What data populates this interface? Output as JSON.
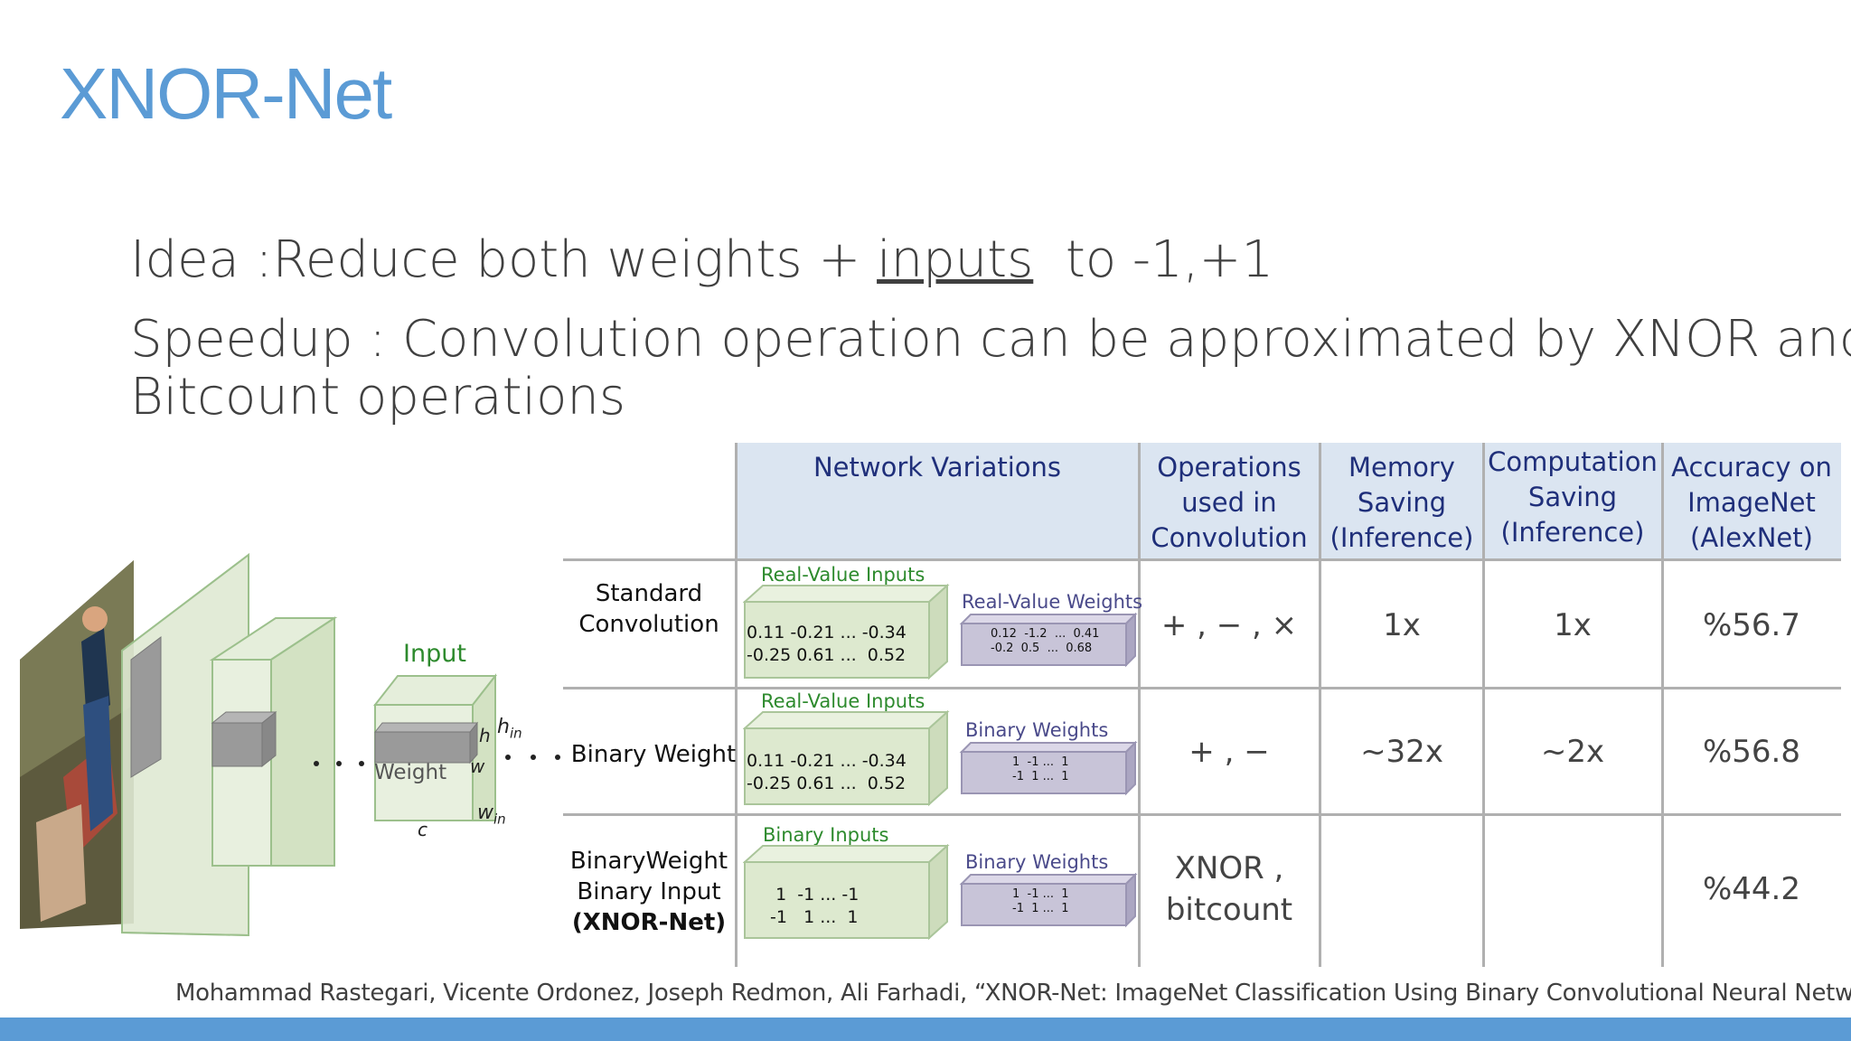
{
  "slide": {
    "title": "XNOR-Net",
    "bullet1_prefix": "Idea :Reduce both weights + ",
    "bullet1_link": "inputs",
    "bullet1_suffix": "  to -1,+1",
    "bullet2_line1": "Speedup : Convolution operation can be approximated by XNOR and",
    "bullet2_line2": "Bitcount operations",
    "citation": "Mohammad Rastegari, Vicente Ordonez, Joseph Redmon, Ali Farhadi, “XNOR-Net: ImageNet Classification Using Binary Convolutional Neural Networks”"
  },
  "diagram": {
    "input_label": "Input",
    "weight_label": "Weight",
    "h": "h",
    "h_in": "h",
    "h_in_sub": "in",
    "w": "w",
    "w_in": "w",
    "w_in_sub": "in",
    "c": "c",
    "ellipsis_left": ". . .",
    "ellipsis_right": ". . ."
  },
  "table": {
    "headers": {
      "network_variations": "Network Variations",
      "operations_1": "Operations",
      "operations_2": "used in",
      "operations_3": "Convolution",
      "memory_1": "Memory",
      "memory_2": "Saving",
      "memory_3": "(Inference)",
      "computation_1": "Computation",
      "computation_2": "Saving",
      "computation_3": "(Inference)",
      "accuracy_1": "Accuracy on",
      "accuracy_2": "ImageNet",
      "accuracy_3": "(AlexNet)"
    },
    "rows": [
      {
        "label_1": "Standard",
        "label_2": "Convolution",
        "input_caption": "Real-Value Inputs",
        "input_vals": "0.11 -0.21 ... -0.34\n-0.25 0.61 ...  0.52",
        "weight_caption": "Real-Value Weights",
        "weight_vals": "0.12  -1.2  ...  0.41\n-0.2  0.5  ...  0.68",
        "operations": "+ , − , ×",
        "memory": "1x",
        "computation": "1x",
        "accuracy": "%56.7"
      },
      {
        "label_1": "Binary Weight",
        "input_caption": "Real-Value Inputs",
        "input_vals": "0.11 -0.21 ... -0.34\n-0.25 0.61 ...  0.52",
        "weight_caption": "Binary Weights",
        "weight_vals": "1  -1 ...  1\n-1  1 ...  1",
        "operations": "+ , −",
        "memory": "~32x",
        "computation": "~2x",
        "accuracy": "%56.8"
      },
      {
        "label_1": "BinaryWeight",
        "label_2": "Binary Input",
        "label_3": "(XNOR-Net)",
        "input_caption": "Binary Inputs",
        "input_vals": "  1  -1 ... -1\n -1   1 ...  1",
        "weight_caption": "Binary Weights",
        "weight_vals": "1  -1 ...  1\n-1  1 ...  1",
        "operations_1": "XNOR ,",
        "operations_2": "bitcount",
        "memory": "",
        "computation": "",
        "accuracy": "%44.2"
      }
    ]
  },
  "colors": {
    "accent": "#5b9bd5",
    "header_bg": "#dbe5f1",
    "header_text": "#1f2f7a",
    "green_box": "#dde9cf",
    "purple_box": "#c8c4d8"
  }
}
